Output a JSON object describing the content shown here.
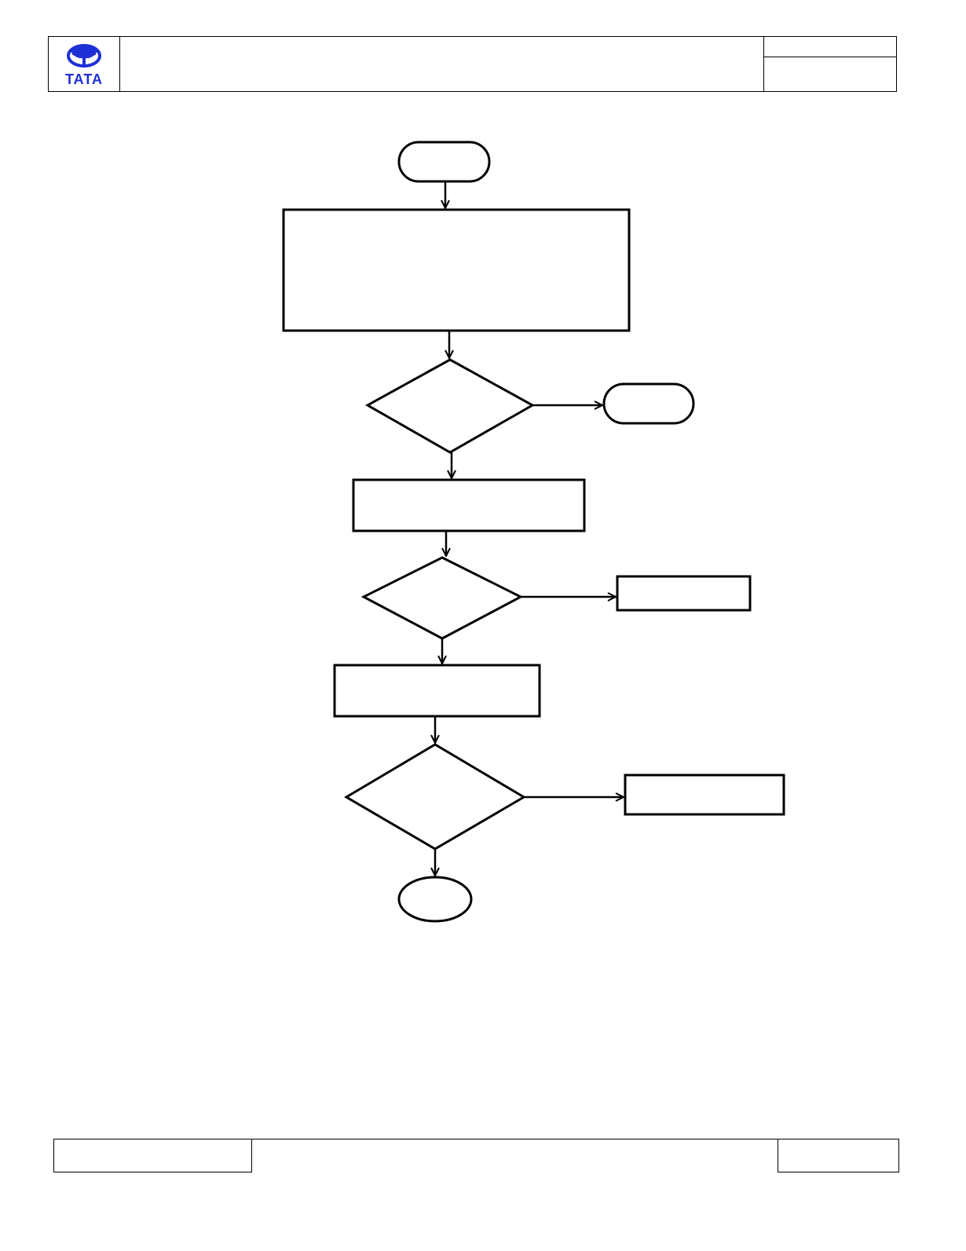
{
  "header": {
    "logo": {
      "text": "TATA",
      "color": "#1f2fd6"
    },
    "title": "",
    "doc_no": "",
    "revision": ""
  },
  "flowchart": {
    "nodes": {
      "start": {
        "type": "terminator",
        "label": ""
      },
      "process_main": {
        "type": "process",
        "label": ""
      },
      "decision_1": {
        "type": "decision",
        "label": ""
      },
      "terminator_side": {
        "type": "terminator",
        "label": ""
      },
      "process_2": {
        "type": "process",
        "label": ""
      },
      "decision_2": {
        "type": "decision",
        "label": ""
      },
      "side_box_2": {
        "type": "process",
        "label": ""
      },
      "process_3": {
        "type": "process",
        "label": ""
      },
      "decision_3": {
        "type": "decision",
        "label": ""
      },
      "side_box_3": {
        "type": "process",
        "label": ""
      },
      "end": {
        "type": "connector",
        "label": ""
      }
    },
    "edges": [
      {
        "from": "start",
        "to": "process_main"
      },
      {
        "from": "process_main",
        "to": "decision_1"
      },
      {
        "from": "decision_1",
        "to": "terminator_side"
      },
      {
        "from": "decision_1",
        "to": "process_2"
      },
      {
        "from": "process_2",
        "to": "decision_2"
      },
      {
        "from": "decision_2",
        "to": "side_box_2"
      },
      {
        "from": "decision_2",
        "to": "process_3"
      },
      {
        "from": "process_3",
        "to": "decision_3"
      },
      {
        "from": "decision_3",
        "to": "side_box_3"
      },
      {
        "from": "decision_3",
        "to": "end"
      }
    ]
  },
  "footer": {
    "left": "",
    "center": "",
    "right": ""
  }
}
